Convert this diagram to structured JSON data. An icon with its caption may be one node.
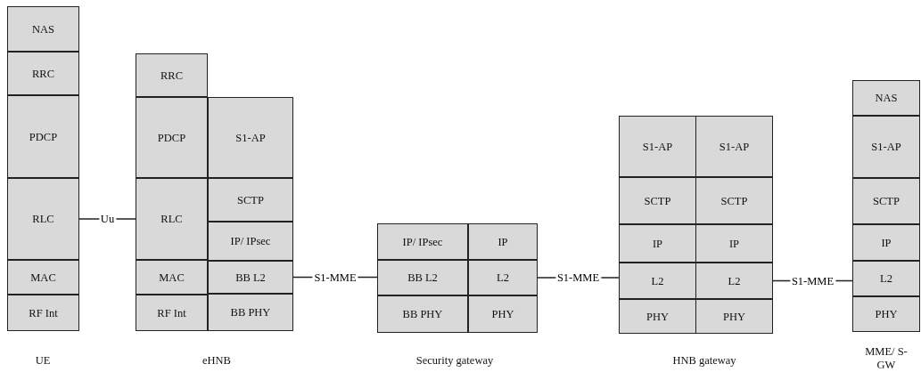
{
  "diagram": {
    "nodes": [
      {
        "text": [
          "NAS"
        ]
      },
      {
        "text": [
          "RRC"
        ]
      },
      {
        "text": [
          "PDCP"
        ]
      },
      {
        "text": [
          "RLC"
        ]
      },
      {
        "text": [
          "MAC"
        ]
      },
      {
        "text": [
          "RF Int"
        ]
      },
      {
        "text": [
          "RRC"
        ]
      },
      {
        "text": [
          "PDCP"
        ]
      },
      {
        "text": [
          "S1-AP"
        ]
      },
      {
        "text": [
          "RLC"
        ]
      },
      {
        "text": [
          "SCTP"
        ]
      },
      {
        "text": [
          "IP/ IPsec"
        ]
      },
      {
        "text": [
          "MAC"
        ]
      },
      {
        "text": [
          "BB L2"
        ]
      },
      {
        "text": [
          "RF Int"
        ]
      },
      {
        "text": [
          "BB PHY"
        ]
      },
      {
        "text": [
          "IP/ IPsec"
        ]
      },
      {
        "text": [
          "IP"
        ]
      },
      {
        "text": [
          "BB L2"
        ]
      },
      {
        "text": [
          "L2"
        ]
      },
      {
        "text": [
          "BB PHY"
        ]
      },
      {
        "text": [
          "PHY"
        ]
      },
      {
        "text": [
          "S1-AP"
        ]
      },
      {
        "text": [
          "S1-AP"
        ]
      },
      {
        "text": [
          "SCTP"
        ]
      },
      {
        "text": [
          "SCTP"
        ]
      },
      {
        "text": [
          "IP"
        ]
      },
      {
        "text": [
          "IP"
        ]
      },
      {
        "text": [
          "L2"
        ]
      },
      {
        "text": [
          "L2"
        ]
      },
      {
        "text": [
          "PHY"
        ]
      },
      {
        "text": [
          "PHY"
        ]
      },
      {
        "text": [
          "NAS"
        ]
      },
      {
        "text": [
          "S1-AP"
        ]
      },
      {
        "text": [
          "SCTP"
        ]
      },
      {
        "text": [
          "IP"
        ]
      },
      {
        "text": [
          "L2"
        ]
      },
      {
        "text": [
          "PHY"
        ]
      }
    ],
    "edges": [
      {
        "from": 3,
        "to": 9,
        "arrow": "none",
        "label": "Uu"
      },
      {
        "from": 13,
        "to": 18,
        "arrow": "none",
        "label": "S1-MME"
      },
      {
        "from": 19,
        "to": 28,
        "arrow": "none",
        "label": "S1-MME"
      },
      {
        "from": 29,
        "to": 36,
        "arrow": "none",
        "label": "S1-MME"
      }
    ],
    "labels": [
      "UE",
      "eHNB",
      "Security gateway",
      "HNB gateway",
      "MME/ S-GW"
    ]
  }
}
